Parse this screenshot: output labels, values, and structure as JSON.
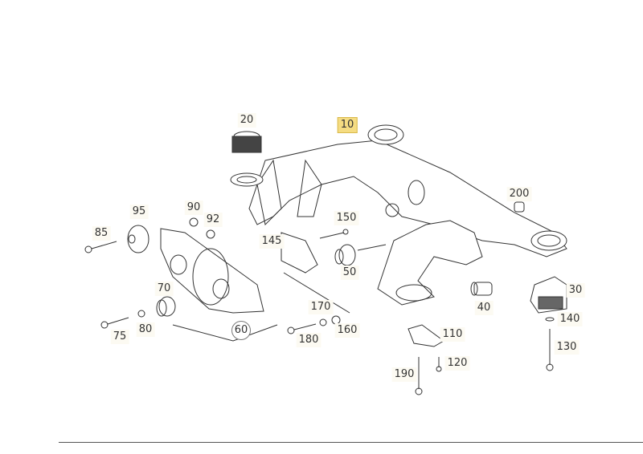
{
  "diagram": {
    "highlight_color": "#f5dc82",
    "callouts": [
      {
        "id": "10",
        "label": "10",
        "highlighted": true
      },
      {
        "id": "20",
        "label": "20"
      },
      {
        "id": "30",
        "label": "30"
      },
      {
        "id": "40",
        "label": "40"
      },
      {
        "id": "50",
        "label": "50"
      },
      {
        "id": "60",
        "label": "60"
      },
      {
        "id": "70",
        "label": "70"
      },
      {
        "id": "75",
        "label": "75"
      },
      {
        "id": "80",
        "label": "80"
      },
      {
        "id": "85",
        "label": "85"
      },
      {
        "id": "90",
        "label": "90"
      },
      {
        "id": "92",
        "label": "92"
      },
      {
        "id": "95",
        "label": "95"
      },
      {
        "id": "110",
        "label": "110"
      },
      {
        "id": "120",
        "label": "120"
      },
      {
        "id": "130",
        "label": "130"
      },
      {
        "id": "140",
        "label": "140"
      },
      {
        "id": "145",
        "label": "145"
      },
      {
        "id": "150",
        "label": "150"
      },
      {
        "id": "160",
        "label": "160"
      },
      {
        "id": "170",
        "label": "170"
      },
      {
        "id": "180",
        "label": "180"
      },
      {
        "id": "190",
        "label": "190"
      },
      {
        "id": "200",
        "label": "200"
      }
    ]
  }
}
